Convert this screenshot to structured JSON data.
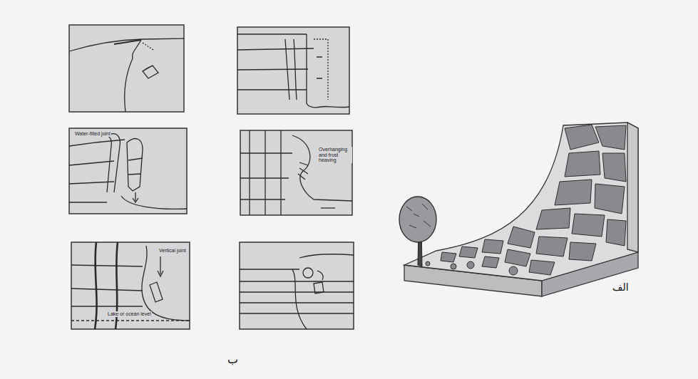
{
  "diagram": {
    "labels": [
      "Water-filled joint",
      "Overhanging and frost heaving",
      "Vertical joint",
      "Lake or ocean level",
      "الف",
      "ب"
    ]
  }
}
